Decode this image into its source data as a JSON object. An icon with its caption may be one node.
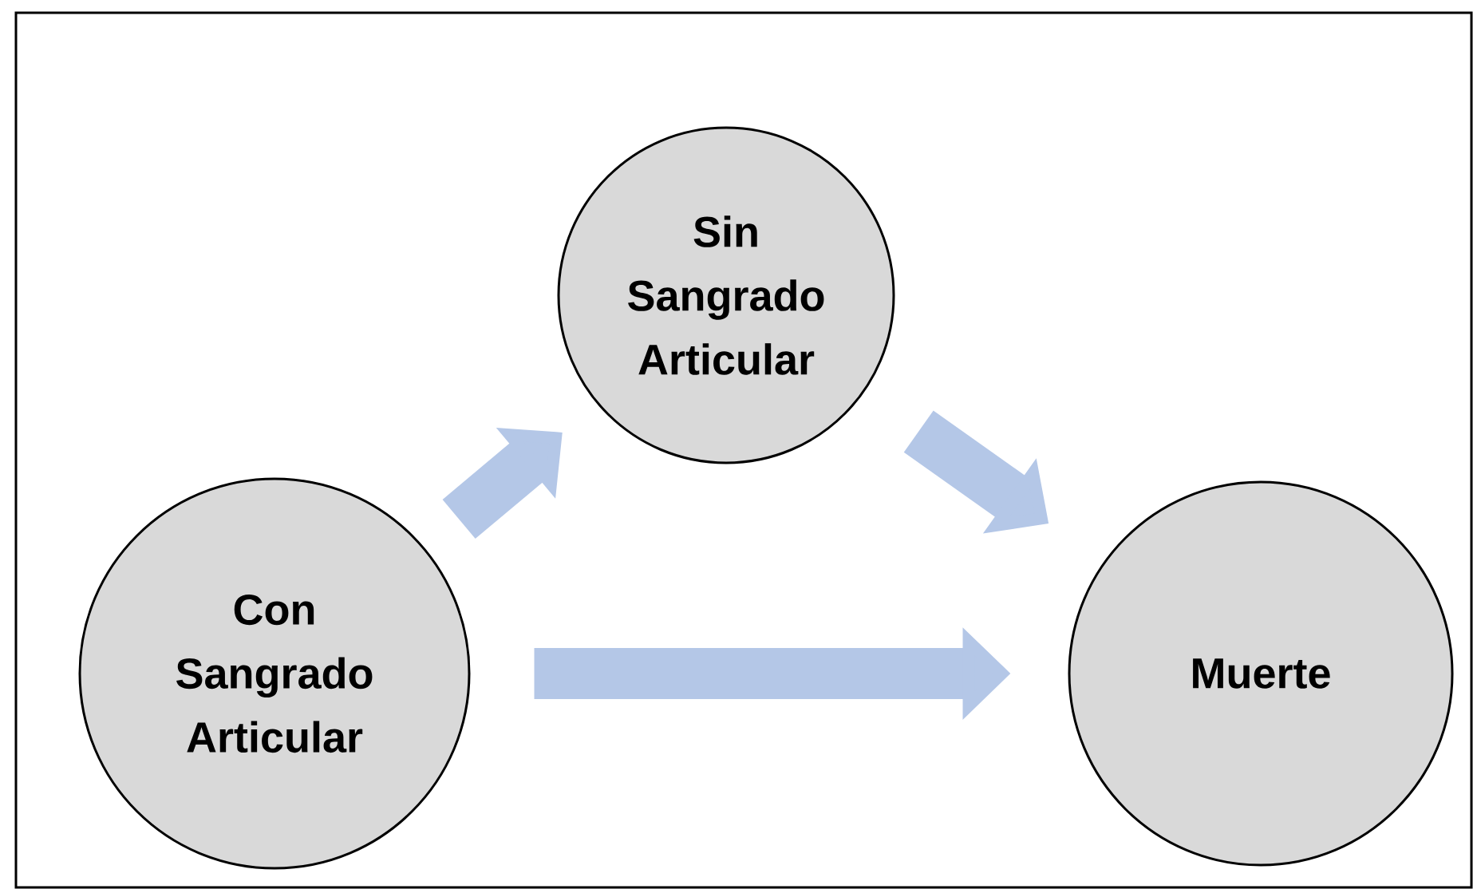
{
  "diagram": {
    "nodes": [
      {
        "text": [
          "Con Sangrado Articular"
        ]
      },
      {
        "text": [
          "Sin Sangrado Articular"
        ]
      },
      {
        "text": [
          "Muerte"
        ]
      }
    ],
    "edges": [
      {
        "from": 0,
        "to": 1,
        "arrow": "to"
      },
      {
        "from": 1,
        "to": 2,
        "arrow": "to"
      },
      {
        "from": 0,
        "to": 2,
        "arrow": "to"
      }
    ]
  }
}
